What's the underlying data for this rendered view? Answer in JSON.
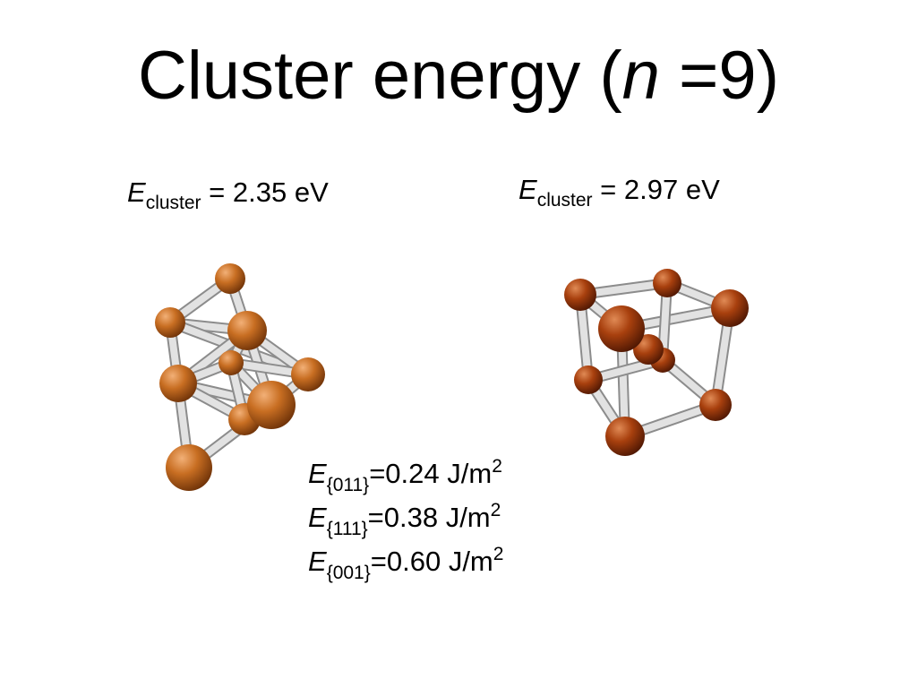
{
  "title": {
    "prefix": "Cluster energy (",
    "var": "n",
    "suffix": " =9)"
  },
  "clusters": [
    {
      "symbol": "E",
      "subscript": "cluster",
      "value_text": " = 2.35 eV"
    },
    {
      "symbol": "E",
      "subscript": "cluster",
      "value_text": " = 2.97 eV"
    }
  ],
  "surface_energies": [
    {
      "symbol": "E",
      "subscript": "{011}",
      "value": "=0.24 J/m",
      "exponent": "2"
    },
    {
      "symbol": "E",
      "subscript": "{111}",
      "value": "=0.38 J/m",
      "exponent": "2"
    },
    {
      "symbol": "E",
      "subscript": "{001}",
      "value": "=0.60 J/m",
      "exponent": "2"
    }
  ],
  "colors": {
    "atom_left": "#c06a1f",
    "atom_right": "#a8400e",
    "bond": "#e2e2e2",
    "text": "#000000",
    "background": "#ffffff"
  }
}
